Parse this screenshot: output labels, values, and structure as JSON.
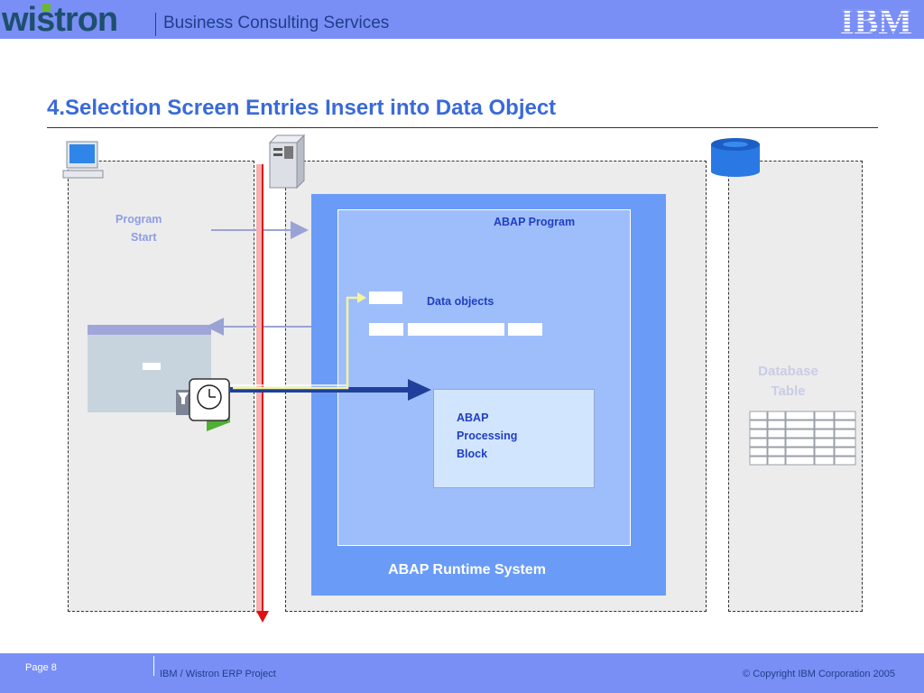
{
  "header": {
    "logo_text": "wistron",
    "title": "Business Consulting Services",
    "ibm_logo": "IBM"
  },
  "slide": {
    "title": "4.Selection Screen Entries Insert into Data Object"
  },
  "diagram": {
    "program_start_line1": "Program",
    "program_start_line2": "Start",
    "abap_program_label": "ABAP Program",
    "data_objects_label": "Data objects",
    "processing_line1": "ABAP",
    "processing_line2": "Processing",
    "processing_line3": "Block",
    "runtime_label": "ABAP Runtime System",
    "db_line1": "Database",
    "db_line2": "Table",
    "icons": {
      "client": "computer-icon",
      "server": "server-icon",
      "database": "database-icon",
      "clock": "clock-icon",
      "filter": "filter-icon",
      "check": "checkmark-icon"
    },
    "colors": {
      "runtime": "#6a9cf7",
      "program": "#9ebdfb",
      "time_axis": "#e01010",
      "arrow": "#1f3f9a"
    }
  },
  "footer": {
    "page": "Page 8",
    "project": "IBM / Wistron ERP Project",
    "copyright": "© Copyright IBM Corporation 2005"
  }
}
